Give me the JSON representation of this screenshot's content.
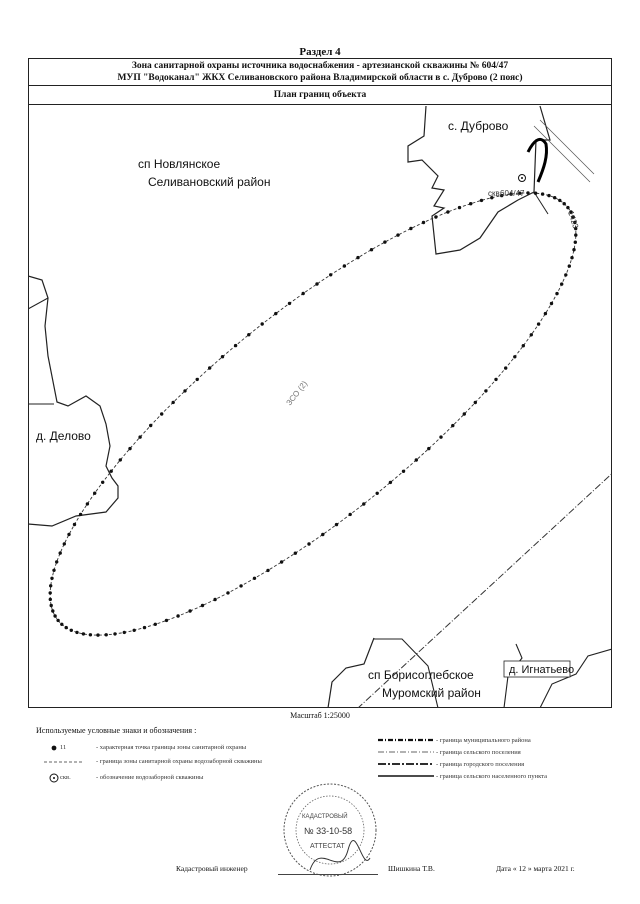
{
  "header": {
    "section": "Раздел 4",
    "line1": "Зона санитарной охраны источника водоснабжения - артезианской скважины № 604/47",
    "line2": "МУП \"Водоканал\" ЖКХ Селивановского района Владимирской области в с. Дуброво (2 пояс)",
    "plan_title": "План границ объекта"
  },
  "map": {
    "place_novlyanskoe": "сп Новлянское",
    "place_selivanovsky": "Селивановский район",
    "place_dubrovo": "с. Дуброво",
    "place_delovo": "д. Делово",
    "place_borisoglebskoe": "сп Борисоглебское",
    "place_muromsky": "Муромский район",
    "place_ignatyevo": "д. Игнатьево",
    "well_label": "скв.",
    "well_number": "604/47",
    "zone_label": "ЗСО (2)",
    "road_number": "1423"
  },
  "scale": "Масштаб 1:25000",
  "legend": {
    "title": "Используемые условные знаки и обозначения :",
    "point_number": "11",
    "point_desc": "- характерная точка границы зоны санитарной охраны",
    "zone_desc": "- граница зоны санитарной охраны водозаборной скважины",
    "well_symbol": "скв.",
    "well_desc": "- обозначение водозаборной скважины",
    "muni_desc": "- граница муниципального района",
    "rural_desc": "- граница сельского поселения",
    "urban_desc": "- граница городского поселения",
    "locality_desc": "- граница сельского населенного пункта"
  },
  "stamp": {
    "line1": "КАДАСТРОВЫЙ",
    "line2": "№ 33-10-58",
    "line3": "АТТЕСТАТ"
  },
  "footer": {
    "engineer_label": "Кадастровый инженер",
    "engineer_name": "Шишкина Т.В.",
    "date_text": "Дата « 12 » марта 2021 г."
  }
}
